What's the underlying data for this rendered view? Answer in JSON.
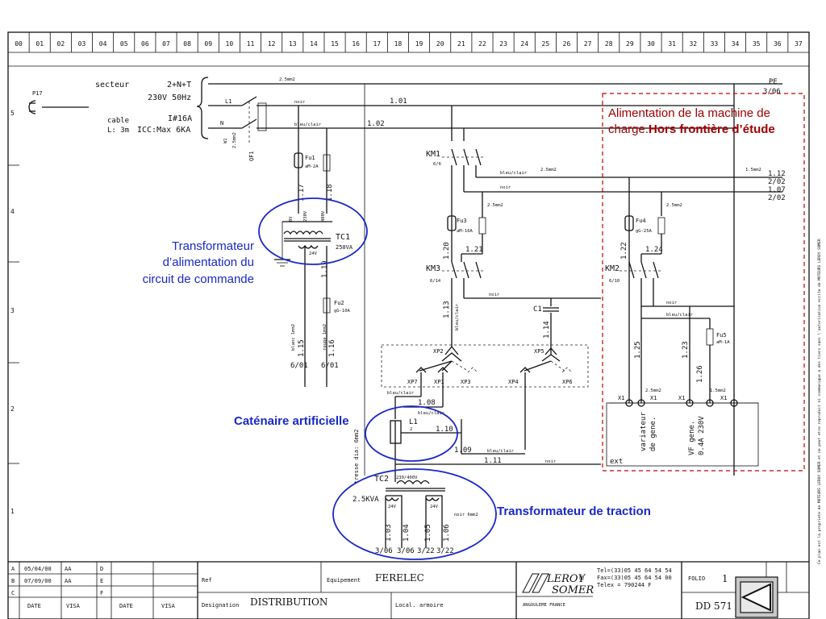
{
  "columns": [
    "00",
    "01",
    "02",
    "03",
    "04",
    "05",
    "06",
    "07",
    "08",
    "09",
    "10",
    "11",
    "12",
    "13",
    "14",
    "15",
    "16",
    "17",
    "18",
    "19",
    "20",
    "21",
    "22",
    "23",
    "24",
    "25",
    "26",
    "27",
    "28",
    "29",
    "30",
    "31",
    "32",
    "33",
    "34",
    "35",
    "36",
    "37"
  ],
  "rows": [
    "5",
    "4",
    "3",
    "2",
    "1"
  ],
  "supply": {
    "plug_label": "P17",
    "source_label": "secteur",
    "voltage_top": "2+N+T",
    "voltage_value": "230V 50Hz",
    "cable_label": "cable",
    "cable_length": "L: 3m",
    "breaker": "I#16A",
    "icc": "ICC:Max 6KA",
    "phase_label": "L1",
    "neutral_label": "N",
    "w1_label": "W1",
    "w1_section": "2.5mm2",
    "qf1_label": "QF1",
    "section_top": "2.5mm2",
    "noir": "noir",
    "bleu_clair": "bleu/clair",
    "pe_label": "PE",
    "pe_ref": "3/06"
  },
  "wires": {
    "w101": "1.01",
    "w102": "1.02",
    "w117": "1.17",
    "w118": "1.18",
    "w119": "1.19",
    "w115": "1.15",
    "w116": "1.16",
    "w120": "1.20",
    "w121": "1.21",
    "w113": "1.13",
    "w114": "1.14",
    "w108": "1.08",
    "w110": "1.10",
    "w109": "1.09",
    "w111": "1.11",
    "w122": "1.22",
    "w124": "1.24",
    "w125": "1.25",
    "w123": "1.23",
    "w126": "1.26",
    "w103": "1.03",
    "w104": "1.04",
    "w105": "1.05",
    "w106": "1.06",
    "ref_115": "6/01",
    "ref_116": "6/01",
    "ref_103": "3/06",
    "ref_104": "3/06",
    "ref_105": "3/22",
    "ref_106": "3/22",
    "out_112": "1.12",
    "out_112_ref": "2/02",
    "out_107": "1.07",
    "out_107_ref": "2/02",
    "blanc": "blanc 1mm2",
    "rouge": "rouge 1mm2",
    "tresse": "tresse dia: 6mm2",
    "noir_6mm2": "noir 6mm2",
    "bleu_clair": "bleu/clair",
    "noir": "noir",
    "sec_25": "2.5mm2",
    "sec_15": "1.5mm2"
  },
  "components": {
    "fu1": "Fu1",
    "fu1_rating": "aM-2A",
    "tc1": "TC1",
    "tc1_power": "250VA",
    "tc1_v_in_0": "0V",
    "tc1_v_in_230": "230V",
    "tc1_v_in_400": "400V",
    "tc1_v_out": "24V",
    "fu2": "Fu2",
    "fu2_rating": "gG-10A",
    "km1": "KM1",
    "km1_ref": "6/6",
    "fu3": "Fu3",
    "fu3_rating": "aM-16A",
    "km3": "KM3",
    "km3_ref": "6/14",
    "c1": "C1",
    "xp2": "XP2",
    "xp5": "XP5",
    "xp7": "XP7",
    "xp1": "XP1",
    "xp3": "XP3",
    "xp4": "XP4",
    "xp6": "XP6",
    "l1": "L1",
    "l1_sub": "2",
    "tc2": "TC2",
    "tc2_power": "2.5KVA",
    "tc2_ratio": "230/400V",
    "tc2_v1": "24V",
    "tc2_v2": "24V",
    "fu4": "Fu4",
    "fu4_rating": "gG-25A",
    "km2": "KM2",
    "km2_ref": "6/10",
    "fu5": "Fu5",
    "fu5_rating": "aM-1A",
    "x1": "X1",
    "variateur": "variateur",
    "de_gene": "de gene.",
    "vf_gene": "VF gene.",
    "vf_rating": "0.4A 230V",
    "ext": "ext"
  },
  "annotations": {
    "machine_line1": "Alimentation de la machine de",
    "machine_line2_prefix": "charge.",
    "machine_line2_bold": "Hors frontière d’étude",
    "tc1_line1": "Transformateur",
    "tc1_line2": "d’alimentation du",
    "tc1_line3": "circuit de commande",
    "catenaire": "Caténaire artificielle",
    "traction": "Transformateur de traction"
  },
  "colors": {
    "annotation_blue": "#1a28c8",
    "annotation_red": "#a00000",
    "dashed_border": "#c00000"
  },
  "title_block": {
    "revisions": [
      {
        "letter": "A",
        "date": "05/04/00",
        "visa": "AA"
      },
      {
        "letter": "B",
        "date": "07/09/00",
        "visa": "AA"
      },
      {
        "letter": "C",
        "date": "",
        "visa": ""
      }
    ],
    "right_letters": [
      "D",
      "E",
      "F"
    ],
    "date_header": "DATE",
    "visa_header": "VISA",
    "ref_label": "Ref",
    "equipement_label": "Equipement",
    "equipement_value": "FERELEC",
    "designation_label": "Designation",
    "designation_value": "DISTRIBUTION",
    "local_label": "Local.",
    "local_value": "armoire",
    "brand_line1": "LEROY",
    "brand_line2": "SOMER",
    "brand_reg": "®",
    "city": "ANGOULEME FRANCE",
    "tel": "Tel=(33)05 45 64 54 54",
    "fax": "Fax=(33)05 45 64 54 00",
    "telex": "Telex = 790244 F",
    "folio_label": "FOLIO",
    "folio_value": "1",
    "doc_number": "DD 571"
  },
  "side_note": "Ce plan est la propriete de MOTEURS LEROY SOMER et ne peut etre reproduit ni communique a des tiers sans l'autorisation ecrite de MOTEURS LEROY SOMER",
  "nav": {
    "back_icon": "triangle-left-icon"
  }
}
